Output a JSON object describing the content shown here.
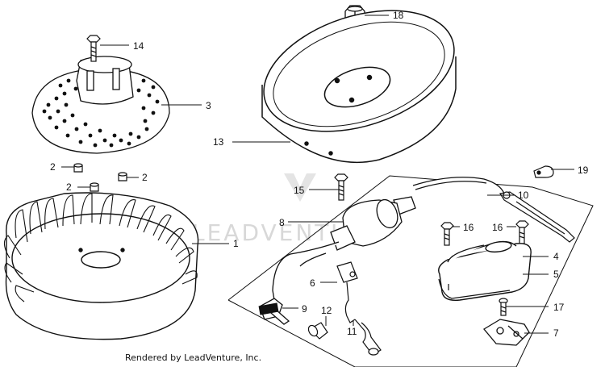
{
  "watermark": "LEADVENTURE",
  "credit": "Rendered by LeadVenture, Inc.",
  "callouts": {
    "c1": "1",
    "c2a": "2",
    "c2b": "2",
    "c2c": "2",
    "c3": "3",
    "c4": "4",
    "c5": "5",
    "c6": "6",
    "c7": "7",
    "c8": "8",
    "c9": "9",
    "c10": "10",
    "c11": "11",
    "c12": "12",
    "c13": "13",
    "c14": "14",
    "c15": "15",
    "c16a": "16",
    "c16b": "16",
    "c17": "17",
    "c18": "18",
    "c19": "19"
  }
}
